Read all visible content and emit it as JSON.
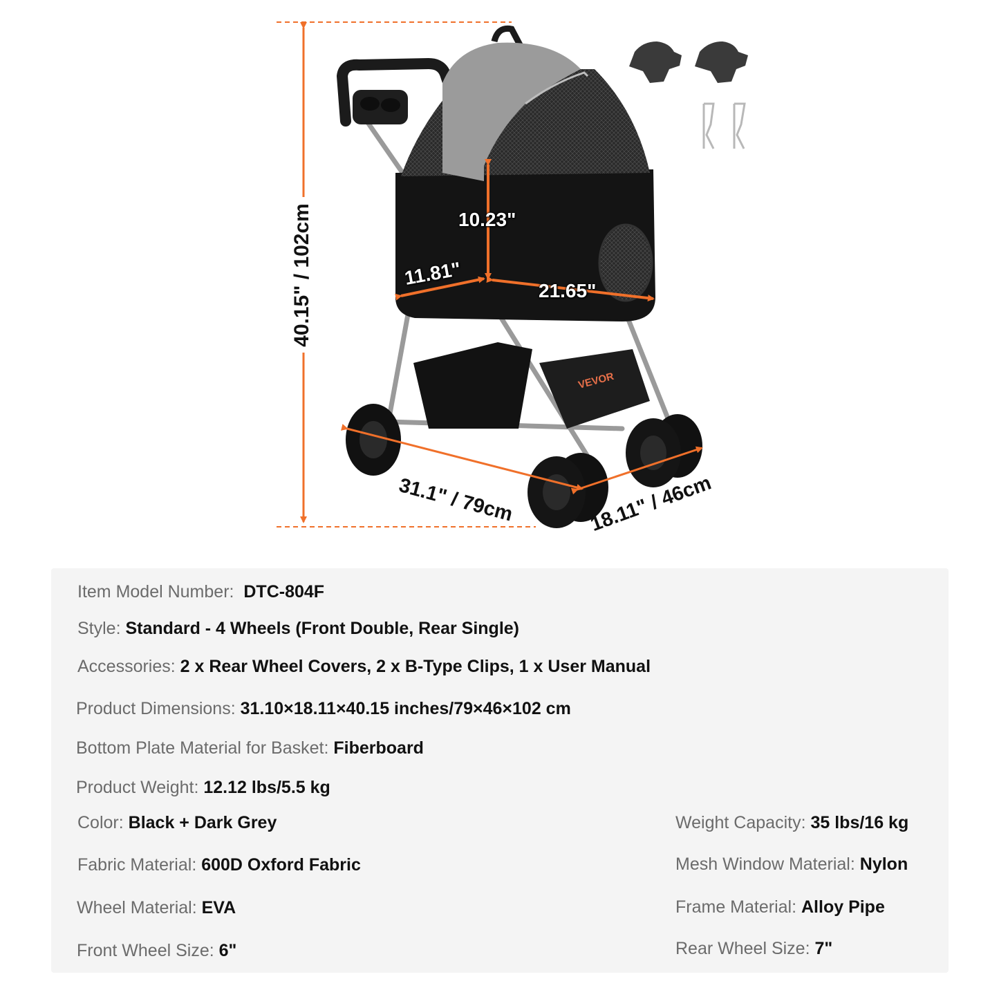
{
  "brand": "VEVOR",
  "dimensions": {
    "height": "40.15\" / 102cm",
    "length": "31.1\" / 79cm",
    "width": "18.11\" / 46cm",
    "cabin_height": "10.23\"",
    "cabin_depth": "11.81\"",
    "cabin_length": "21.65\""
  },
  "colors": {
    "accent": "#f0702a",
    "panel_bg": "#f4f4f4",
    "label": "#6b6b6b",
    "value": "#111111"
  },
  "accessories_shown": [
    "rear-wheel-cover",
    "rear-wheel-cover",
    "b-type-clip",
    "b-type-clip"
  ],
  "specs_left": [
    {
      "label": "Item Model Number:",
      "value": "DTC-804F"
    },
    {
      "label": "Style:",
      "value": "Standard - 4 Wheels (Front Double, Rear Single)"
    },
    {
      "label": "Accessories:",
      "value": "2 x Rear Wheel Covers, 2 x B-Type Clips, 1 x User Manual"
    },
    {
      "label": "Product Dimensions:",
      "value": "31.10×18.11×40.15 inches/79×46×102 cm"
    },
    {
      "label": "Bottom Plate Material for Basket:",
      "value": "Fiberboard"
    },
    {
      "label": "Product Weight:",
      "value": "12.12 lbs/5.5 kg"
    },
    {
      "label": "Color:",
      "value": "Black + Dark Grey"
    },
    {
      "label": "Fabric Material:",
      "value": "600D Oxford Fabric"
    },
    {
      "label": "Wheel Material:",
      "value": "EVA"
    },
    {
      "label": "Front Wheel Size:",
      "value": "6\""
    }
  ],
  "specs_right": [
    {
      "label": "Weight Capacity:",
      "value": "35 lbs/16 kg"
    },
    {
      "label": "Mesh Window Material:",
      "value": "Nylon"
    },
    {
      "label": "Frame Material:",
      "value": "Alloy Pipe"
    },
    {
      "label": "Rear Wheel Size:",
      "value": "7\""
    }
  ]
}
